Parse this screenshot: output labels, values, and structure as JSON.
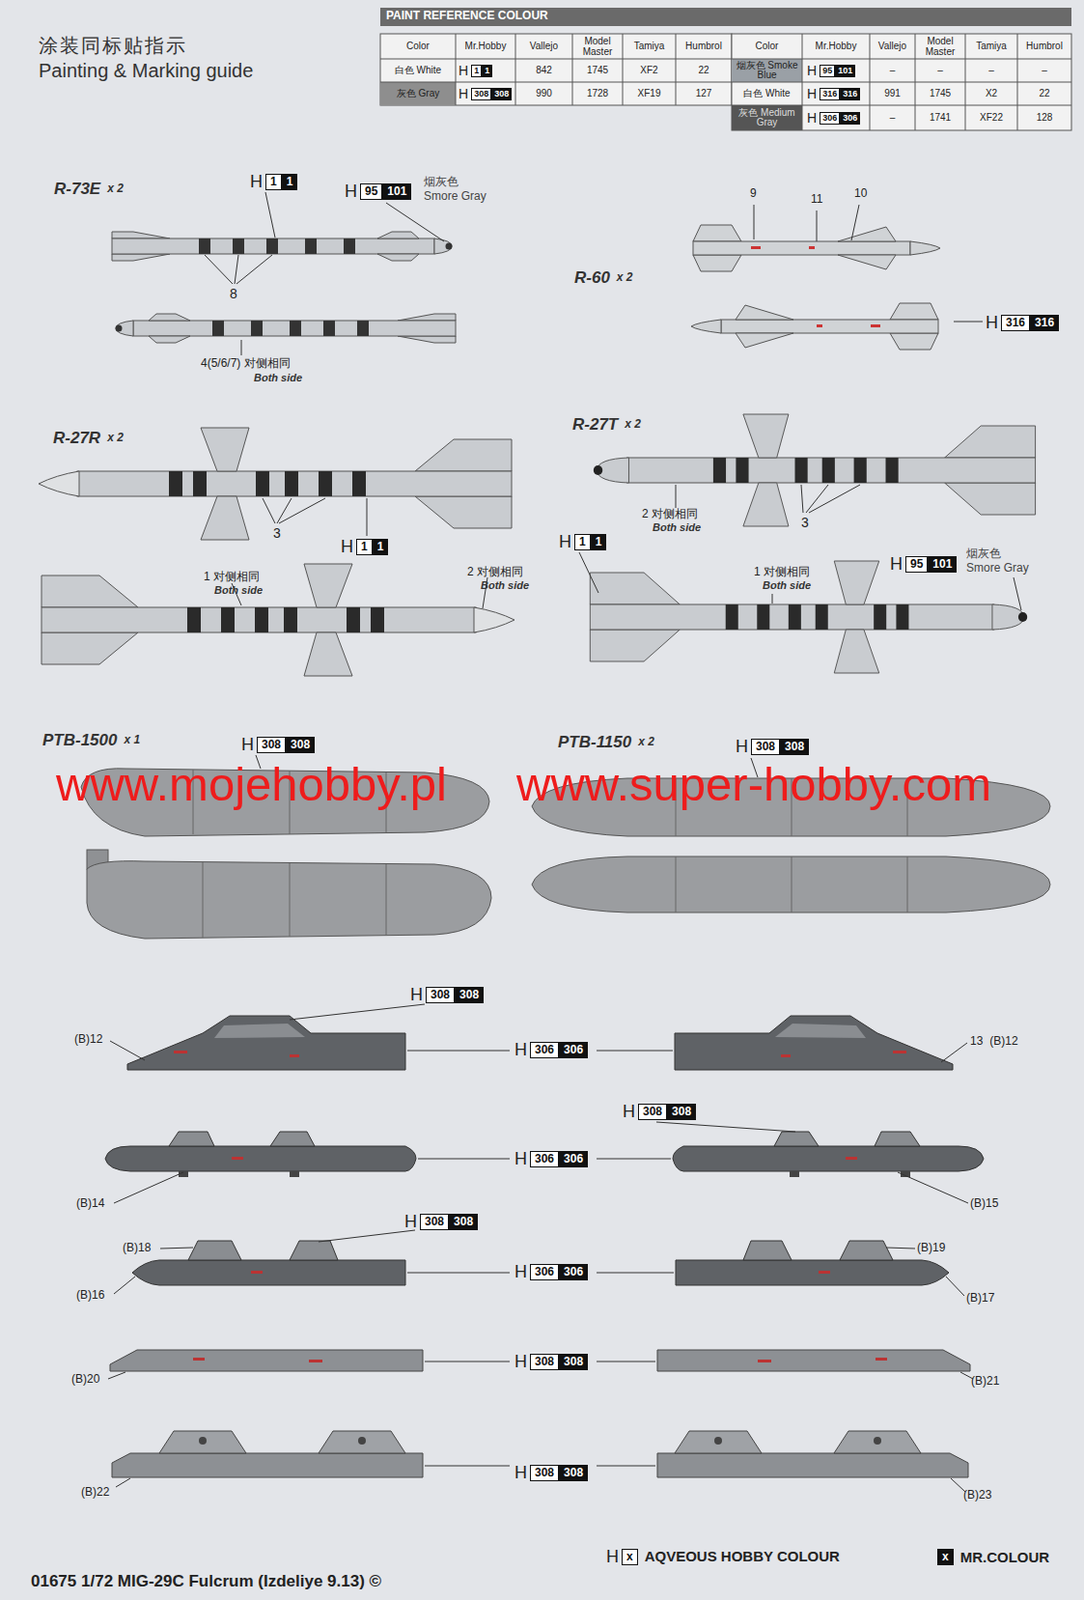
{
  "diagram": {
    "title": "Painting & Marking guide",
    "caption": "01675 1/72 MIG-29C Fulcrum (Izdeliye 9.13) ©",
    "labels": [
      "涂装同标贴指示",
      "PAINT REFERENCE COLOUR",
      "Color",
      "Mr.Hobby",
      "Vallejo",
      "Model Master",
      "Tamiya",
      "Humbrol",
      "白色 White",
      "H",
      "1",
      "1",
      "842",
      "1745",
      "XF2",
      "22",
      "灰色 Gray",
      "H",
      "308",
      "308",
      "990",
      "1728",
      "XF19",
      "127",
      "Color",
      "Mr.Hobby",
      "Vallejo",
      "Model Master",
      "Tamiya",
      "Humbrol",
      "烟灰色 Smoke Blue",
      "H",
      "95",
      "101",
      "–",
      "–",
      "–",
      "–",
      "白色 White",
      "H",
      "316",
      "316",
      "991",
      "1745",
      "X2",
      "22",
      "灰色 Medium Gray",
      "H",
      "306",
      "306",
      "–",
      "1741",
      "XF22",
      "128",
      "R-73E",
      "x 2",
      "H",
      "1",
      "1",
      "H",
      "95",
      "101",
      "烟灰色",
      "Smore Gray",
      "8",
      "4(5/6/7) 对侧相同",
      "Both side",
      "R-60",
      "x 2",
      "9",
      "11",
      "10",
      "H",
      "316",
      "316",
      "R-27R",
      "x 2",
      "3",
      "H",
      "1",
      "1",
      "1 对侧相同",
      "Both side",
      "2 对侧相同",
      "Both side",
      "R-27T",
      "x 2",
      "2 对侧相同",
      "Both side",
      "3",
      "H",
      "1",
      "1",
      "1 对侧相同",
      "Both side",
      "H",
      "95",
      "101",
      "烟灰色",
      "Smore Gray",
      "PTB-1500",
      "x 1",
      "H",
      "308",
      "308",
      "PTB-1150",
      "x 2",
      "H",
      "308",
      "308",
      "www.mojehobby.pl",
      "www.super-hobby.com",
      "H",
      "308",
      "308",
      "(B)12",
      "H",
      "306",
      "306",
      "13",
      "(B)12",
      "H",
      "308",
      "308",
      "H",
      "306",
      "306",
      "(B)14",
      "(B)15",
      "H",
      "308",
      "308",
      "(B)18",
      "(B)19",
      "H",
      "306",
      "306",
      "(B)16",
      "(B)17",
      "H",
      "308",
      "308",
      "(B)20",
      "(B)21",
      "H",
      "308",
      "308",
      "(B)22",
      "(B)23",
      "H",
      "x",
      "AQVEOUS HOBBY COLOUR",
      "x",
      "MR.COLOUR"
    ]
  }
}
